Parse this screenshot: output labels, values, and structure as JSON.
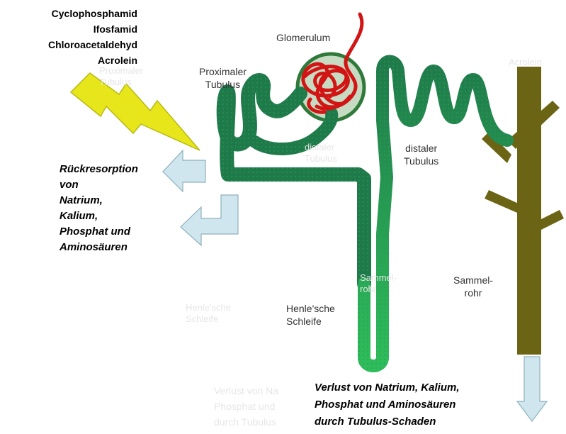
{
  "drugs": [
    "Cyclophosphamid",
    "Ifosfamid",
    "Chloroacetaldehyd",
    "Acrolein"
  ],
  "labels": {
    "glomerulum": "Glomerulum",
    "proximal": [
      "Proximaler",
      "Tubulus"
    ],
    "distal": [
      "distaler",
      "Tubulus"
    ],
    "henle": [
      "Henle'sche",
      "Schleife"
    ],
    "sammelrohr": [
      "Sammel-",
      "rohr"
    ]
  },
  "reabsorption": [
    "Rückresorption",
    "von",
    "Natrium,",
    "Kalium,",
    "Phosphat und",
    "Aminosäuren"
  ],
  "loss": [
    "Verlust von Natrium, Kalium,",
    "Phosphat und Aminosäuren",
    "durch Tubulus-Schaden"
  ],
  "ghost_text": {
    "proximal": [
      "Proximaler",
      "Tubulus"
    ],
    "distal": [
      "distaler",
      "Tubulus"
    ],
    "henle": [
      "Henle'sche",
      "Schleife"
    ],
    "sammelrohr": [
      "Sammel-",
      "rohr"
    ],
    "acrolein": "Acrolein",
    "loss": [
      "Verlust von Na",
      "Phosphat und",
      "durch Tubulus"
    ]
  },
  "colors": {
    "tubule": "#1f7a4a",
    "tubule_light": "#2eae55",
    "glomerulus_ring": "#2f7a3a",
    "glomerulus_fill": "#c6dbc2",
    "capillaries": "#d21414",
    "collecting_duct": "#6b6414",
    "lightning": "#e6e61a",
    "arrow": "#cfe6ee"
  }
}
